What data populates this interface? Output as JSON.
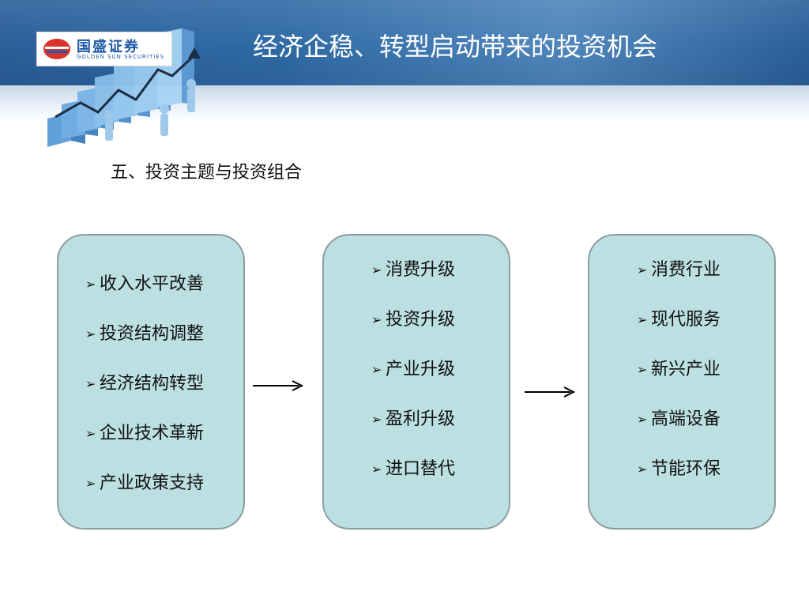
{
  "header": {
    "logo_brand": "国盛证券",
    "logo_sub": "GOLDEN SUN SECURITIES",
    "title": "经济企稳、转型启动带来的投资机会"
  },
  "section_title": "五、投资主题与投资组合",
  "boxes": [
    {
      "items": [
        "收入水平改善",
        "投资结构调整",
        "经济结构转型",
        "企业技术革新",
        "产业政策支持"
      ]
    },
    {
      "items": [
        "消费升级",
        "投资升级",
        "产业升级",
        "盈利升级",
        "进口替代"
      ]
    },
    {
      "items": [
        "消费行业",
        "现代服务",
        "新兴产业",
        "高端设备",
        "节能环保"
      ]
    }
  ],
  "bullet_glyph": "➢",
  "colors": {
    "header": "#2f6aa5",
    "box_fill": "#bcdfe2",
    "box_border": "#8c9ea1",
    "title_text": "#ffffff",
    "logo_blue": "#1f58a6",
    "logo_red": "#d9342b"
  },
  "flow": [
    "box-1",
    "box-2",
    "box-3"
  ]
}
